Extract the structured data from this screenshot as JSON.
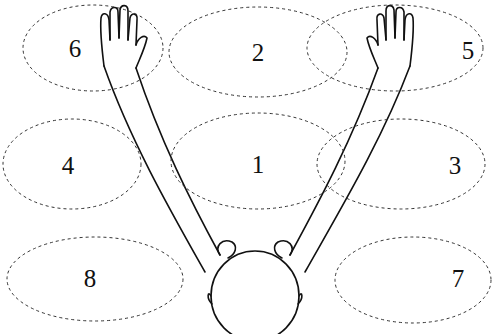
{
  "diagram": {
    "nodes": [
      {
        "text": [
          "6"
        ]
      },
      {
        "text": [
          "2"
        ]
      },
      {
        "text": [
          "5"
        ]
      },
      {
        "text": [
          "4"
        ]
      },
      {
        "text": [
          "1"
        ]
      },
      {
        "text": [
          "3"
        ]
      },
      {
        "text": [
          "8"
        ]
      },
      {
        "text": [
          "7"
        ]
      }
    ]
  }
}
